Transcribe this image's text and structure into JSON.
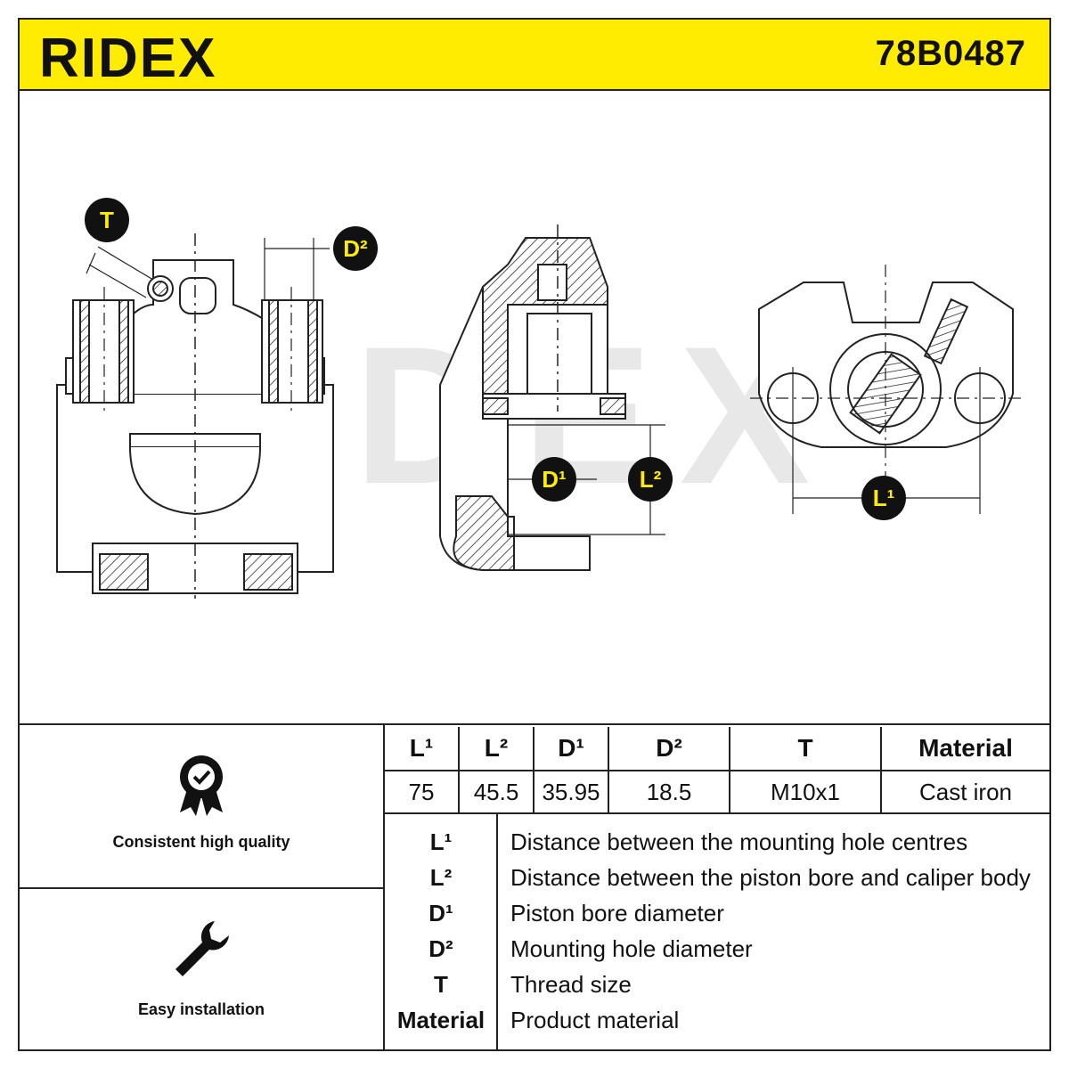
{
  "brand": {
    "name": "RIDEX",
    "part_number": "78B0487",
    "accent_color": "#ffec00"
  },
  "drawing_labels": {
    "t": "T",
    "d2": "D²",
    "d1": "D¹",
    "l2": "L²",
    "l1": "L¹"
  },
  "features": [
    {
      "icon": "quality-badge-icon",
      "label": "Consistent high quality"
    },
    {
      "icon": "wrench-icon",
      "label": "Easy installation"
    }
  ],
  "specs": {
    "headers": [
      "L¹",
      "L²",
      "D¹",
      "D²",
      "T",
      "Material"
    ],
    "values": [
      "75",
      "45.5",
      "35.95",
      "18.5",
      "M10x1",
      "Cast iron"
    ]
  },
  "legend": [
    {
      "key": "L¹",
      "desc": "Distance between the mounting hole centres"
    },
    {
      "key": "L²",
      "desc": "Distance between the piston bore and caliper body"
    },
    {
      "key": "D¹",
      "desc": "Piston bore diameter"
    },
    {
      "key": "D²",
      "desc": "Mounting hole diameter"
    },
    {
      "key": "T",
      "desc": "Thread size"
    },
    {
      "key": "Material",
      "desc": "Product material"
    }
  ]
}
